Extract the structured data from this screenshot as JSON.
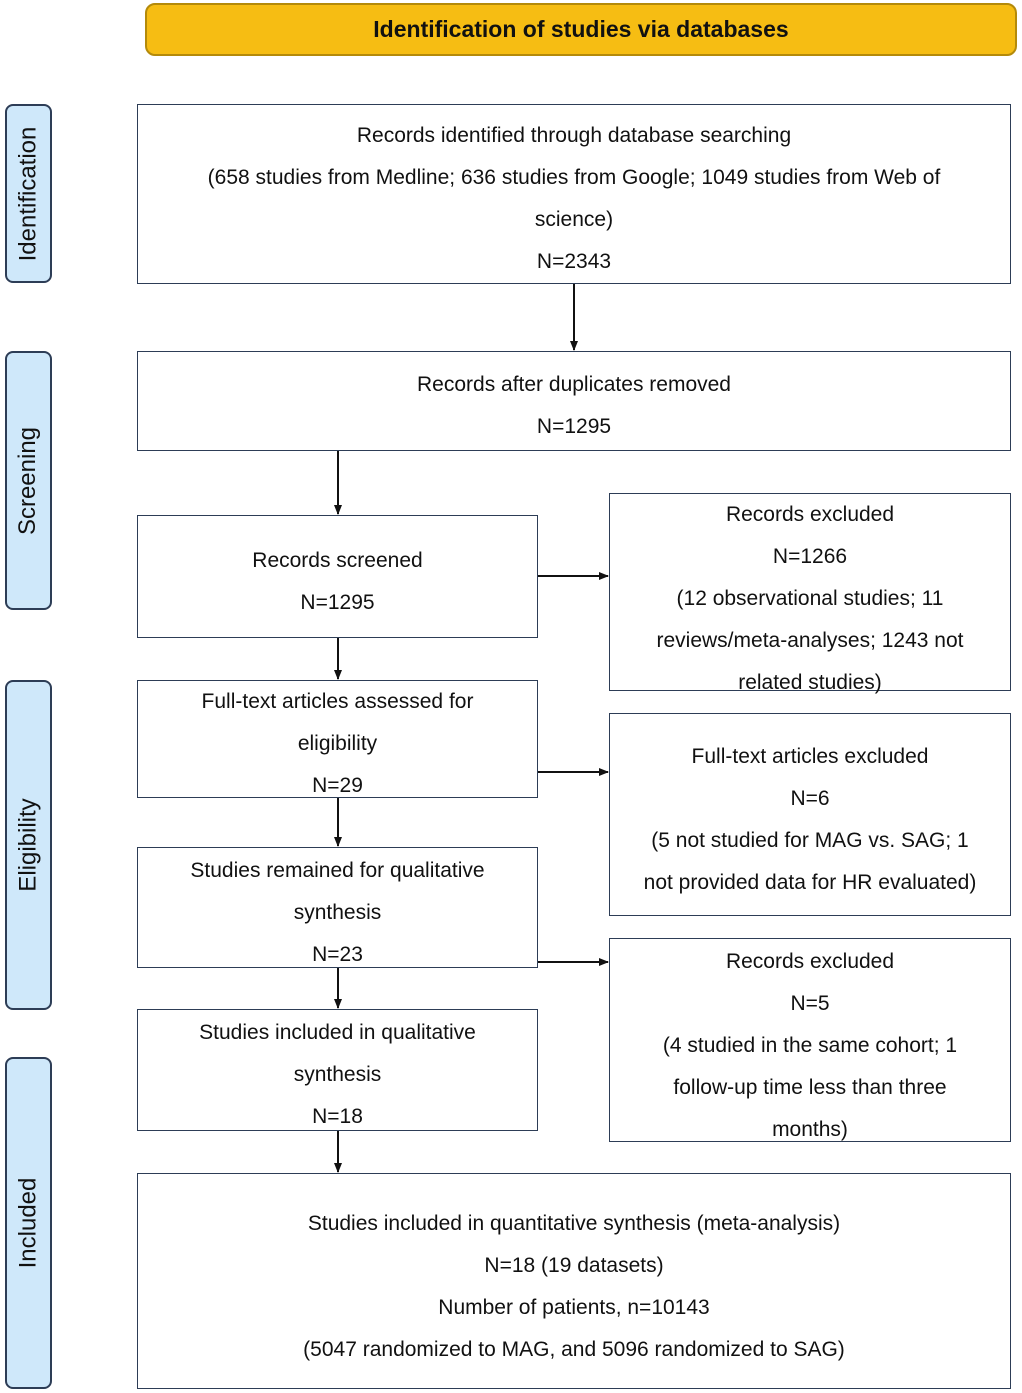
{
  "header": {
    "title": "Identification of studies via databases"
  },
  "phases": {
    "identification": "Identification",
    "screening": "Screening",
    "eligibility": "Eligibility",
    "included": "Included"
  },
  "boxes": {
    "identified": {
      "lines": [
        "Records identified through database searching",
        "(658 studies from Medline; 636 studies from Google; 1049 studies from Web of",
        "science)",
        "N=2343"
      ]
    },
    "deduplicated": {
      "lines": [
        "Records after duplicates removed",
        "N=1295"
      ]
    },
    "screened": {
      "lines": [
        "Records screened",
        "N=1295"
      ]
    },
    "excluded_records": {
      "lines": [
        "Records excluded",
        "N=1266",
        "(12 observational studies; 11",
        "reviews/meta-analyses; 1243 not",
        "related studies)"
      ]
    },
    "fulltext_assessed": {
      "lines": [
        "Full-text articles assessed for",
        "eligibility",
        "N=29"
      ]
    },
    "fulltext_excluded": {
      "lines": [
        "Full-text articles excluded",
        "N=6",
        "(5 not studied for MAG vs. SAG; 1",
        "not provided data for HR evaluated)"
      ]
    },
    "qualitative_remained": {
      "lines": [
        "Studies remained for qualitative",
        "synthesis",
        "N=23"
      ]
    },
    "excluded_cohort": {
      "lines": [
        "Records excluded",
        "N=5",
        "(4 studied in the same cohort; 1",
        "follow-up time less than three",
        "months)"
      ]
    },
    "qualitative_included": {
      "lines": [
        "Studies included in qualitative",
        "synthesis",
        "N=18"
      ]
    },
    "quantitative_included": {
      "lines": [
        "Studies included in quantitative synthesis (meta-analysis)",
        "N=18 (19 datasets)",
        "Number of patients, n=10143",
        "(5047 randomized to MAG, and 5096 randomized to SAG)"
      ]
    }
  }
}
